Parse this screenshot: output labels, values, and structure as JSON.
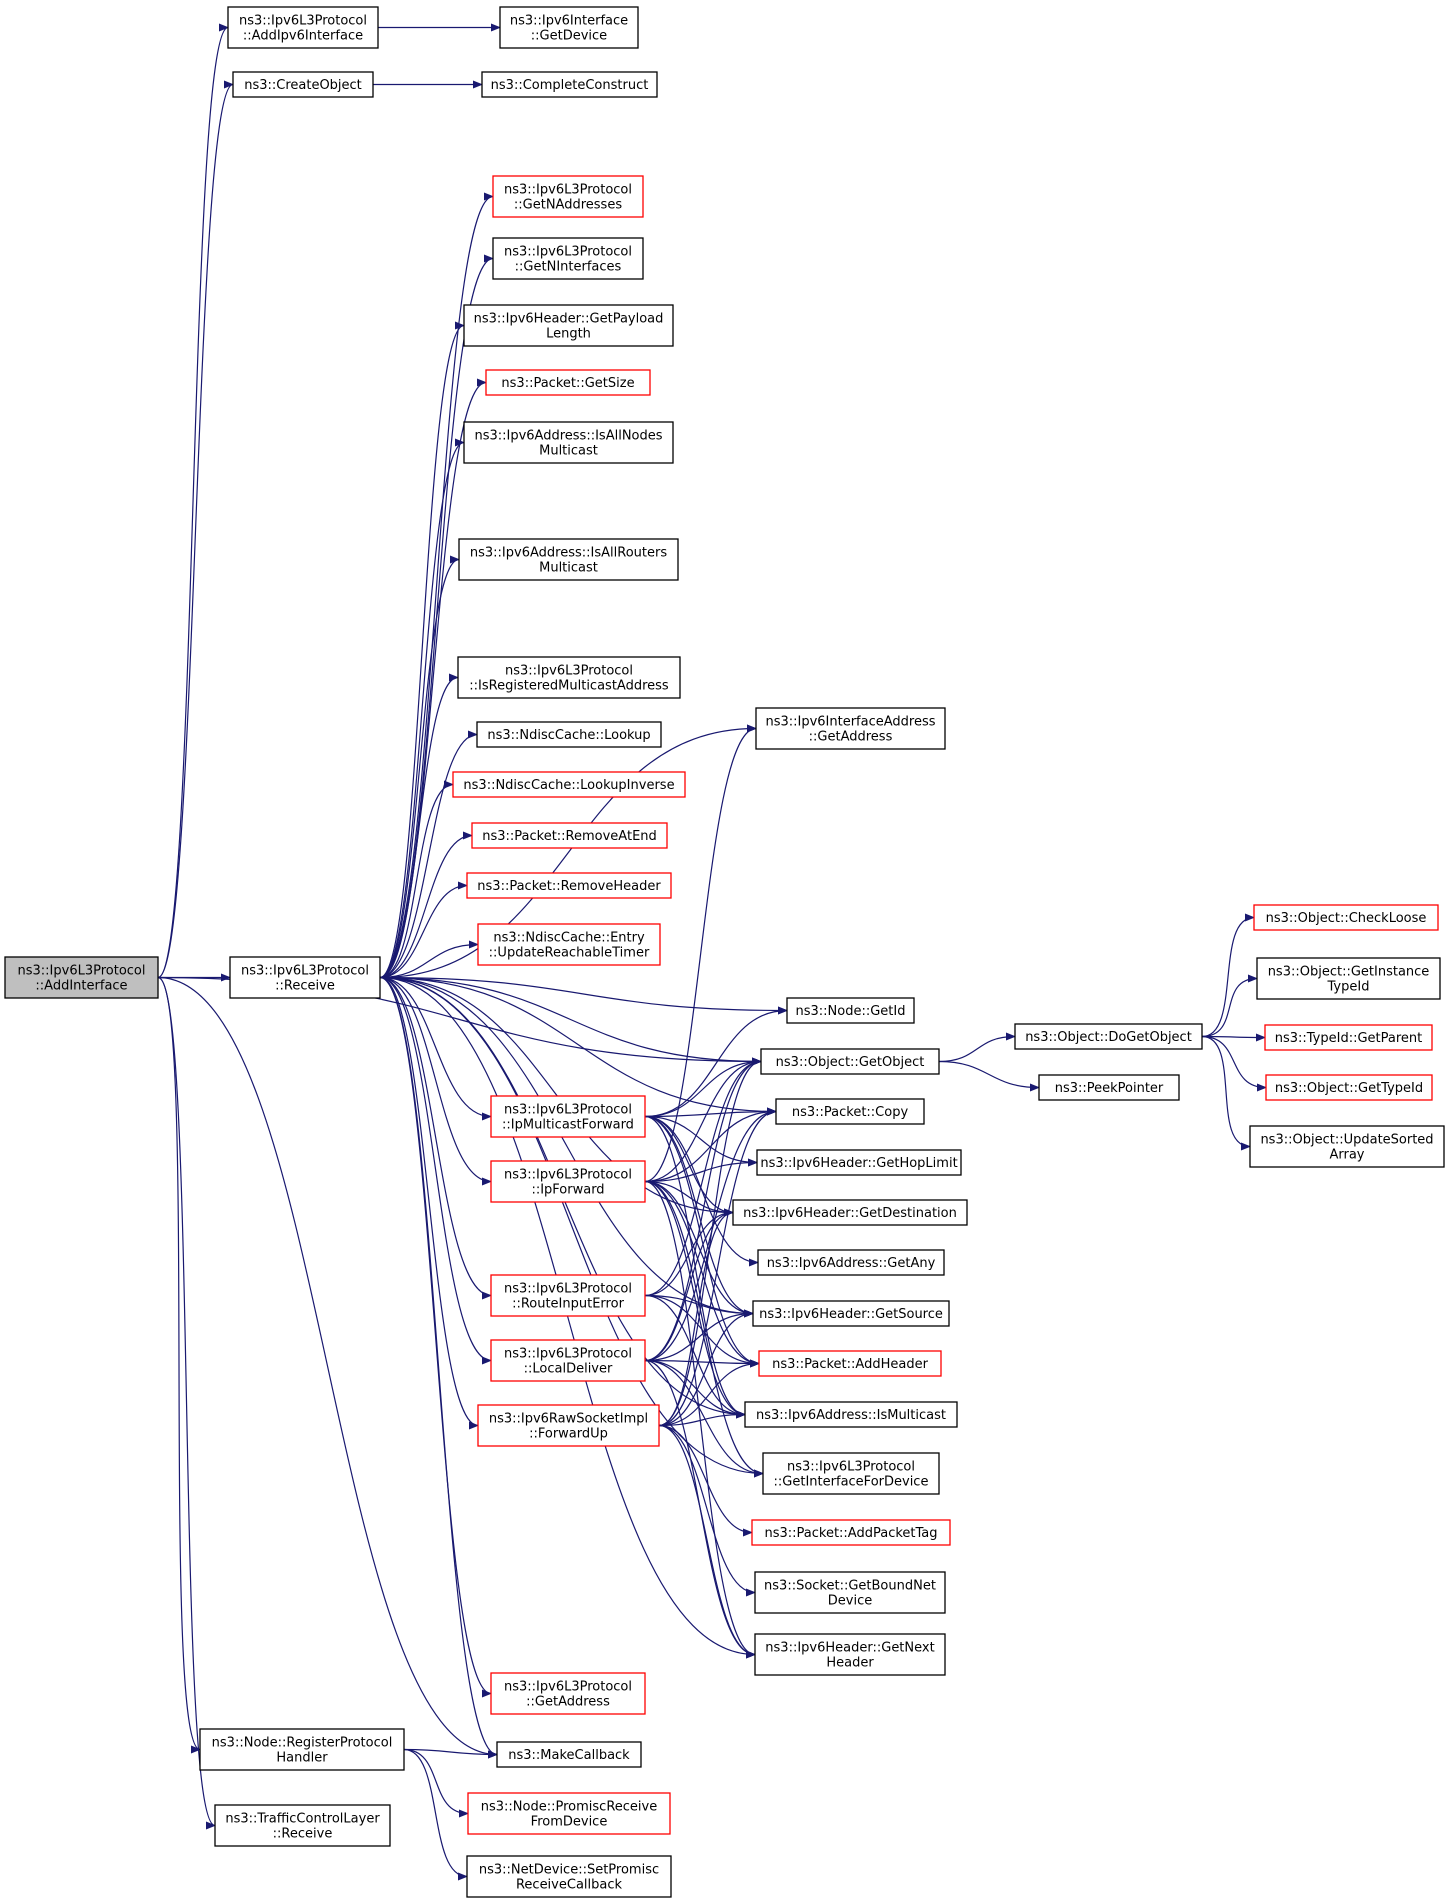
{
  "colors": {
    "edge": "#191970",
    "box_border": "#000000",
    "box_border_partial": "#ff0000",
    "root_fill": "#bfbfbf",
    "box_fill": "#ffffff"
  },
  "nodes": [
    {
      "id": "root",
      "lines": [
        "ns3::Ipv6L3Protocol",
        "::AddInterface"
      ],
      "style": "root"
    },
    {
      "id": "addIpv6Interface",
      "lines": [
        "ns3::Ipv6L3Protocol",
        "::AddIpv6Interface"
      ],
      "style": "normal"
    },
    {
      "id": "ipv6InterfaceGetDevice",
      "lines": [
        "ns3::Ipv6Interface",
        "::GetDevice"
      ],
      "style": "normal"
    },
    {
      "id": "createObject",
      "lines": [
        "ns3::CreateObject"
      ],
      "style": "normal"
    },
    {
      "id": "completeConstruct",
      "lines": [
        "ns3::CompleteConstruct"
      ],
      "style": "normal"
    },
    {
      "id": "getNAddresses",
      "lines": [
        "ns3::Ipv6L3Protocol",
        "::GetNAddresses"
      ],
      "style": "red"
    },
    {
      "id": "getNInterfaces",
      "lines": [
        "ns3::Ipv6L3Protocol",
        "::GetNInterfaces"
      ],
      "style": "normal"
    },
    {
      "id": "getPayloadLength",
      "lines": [
        "ns3::Ipv6Header::GetPayload",
        "Length"
      ],
      "style": "normal"
    },
    {
      "id": "packetGetSize",
      "lines": [
        "ns3::Packet::GetSize"
      ],
      "style": "red"
    },
    {
      "id": "isAllNodesMulticast",
      "lines": [
        "ns3::Ipv6Address::IsAllNodes",
        "Multicast"
      ],
      "style": "normal"
    },
    {
      "id": "isAllRoutersMulticast",
      "lines": [
        "ns3::Ipv6Address::IsAllRouters",
        "Multicast"
      ],
      "style": "normal"
    },
    {
      "id": "isRegisteredMulticast",
      "lines": [
        "ns3::Ipv6L3Protocol",
        "::IsRegisteredMulticastAddress"
      ],
      "style": "normal"
    },
    {
      "id": "ndiscLookup",
      "lines": [
        "ns3::NdiscCache::Lookup"
      ],
      "style": "normal"
    },
    {
      "id": "ndiscLookupInverse",
      "lines": [
        "ns3::NdiscCache::LookupInverse"
      ],
      "style": "red"
    },
    {
      "id": "removeAtEnd",
      "lines": [
        "ns3::Packet::RemoveAtEnd"
      ],
      "style": "red"
    },
    {
      "id": "removeHeader",
      "lines": [
        "ns3::Packet::RemoveHeader"
      ],
      "style": "red"
    },
    {
      "id": "updateReachableTimer",
      "lines": [
        "ns3::NdiscCache::Entry",
        "::UpdateReachableTimer"
      ],
      "style": "red"
    },
    {
      "id": "receive",
      "lines": [
        "ns3::Ipv6L3Protocol",
        "::Receive"
      ],
      "style": "normal"
    },
    {
      "id": "ifaceAddrGetAddress",
      "lines": [
        "ns3::Ipv6InterfaceAddress",
        "::GetAddress"
      ],
      "style": "normal"
    },
    {
      "id": "nodeGetId",
      "lines": [
        "ns3::Node::GetId"
      ],
      "style": "normal"
    },
    {
      "id": "objectGetObject",
      "lines": [
        "ns3::Object::GetObject"
      ],
      "style": "normal"
    },
    {
      "id": "packetCopy",
      "lines": [
        "ns3::Packet::Copy"
      ],
      "style": "normal"
    },
    {
      "id": "ipMulticastForward",
      "lines": [
        "ns3::Ipv6L3Protocol",
        "::IpMulticastForward"
      ],
      "style": "red"
    },
    {
      "id": "getHopLimit",
      "lines": [
        "ns3::Ipv6Header::GetHopLimit"
      ],
      "style": "normal"
    },
    {
      "id": "ipForward",
      "lines": [
        "ns3::Ipv6L3Protocol",
        "::IpForward"
      ],
      "style": "red"
    },
    {
      "id": "getDestination",
      "lines": [
        "ns3::Ipv6Header::GetDestination"
      ],
      "style": "normal"
    },
    {
      "id": "getAny",
      "lines": [
        "ns3::Ipv6Address::GetAny"
      ],
      "style": "normal"
    },
    {
      "id": "routeInputError",
      "lines": [
        "ns3::Ipv6L3Protocol",
        "::RouteInputError"
      ],
      "style": "red"
    },
    {
      "id": "getSource",
      "lines": [
        "ns3::Ipv6Header::GetSource"
      ],
      "style": "normal"
    },
    {
      "id": "localDeliver",
      "lines": [
        "ns3::Ipv6L3Protocol",
        "::LocalDeliver"
      ],
      "style": "red"
    },
    {
      "id": "addHeader",
      "lines": [
        "ns3::Packet::AddHeader"
      ],
      "style": "red"
    },
    {
      "id": "isMulticast",
      "lines": [
        "ns3::Ipv6Address::IsMulticast"
      ],
      "style": "normal"
    },
    {
      "id": "forwardUp",
      "lines": [
        "ns3::Ipv6RawSocketImpl",
        "::ForwardUp"
      ],
      "style": "red"
    },
    {
      "id": "getInterfaceForDevice",
      "lines": [
        "ns3::Ipv6L3Protocol",
        "::GetInterfaceForDevice"
      ],
      "style": "normal"
    },
    {
      "id": "addPacketTag",
      "lines": [
        "ns3::Packet::AddPacketTag"
      ],
      "style": "red"
    },
    {
      "id": "getBoundNetDevice",
      "lines": [
        "ns3::Socket::GetBoundNet",
        "Device"
      ],
      "style": "normal"
    },
    {
      "id": "getNextHeader",
      "lines": [
        "ns3::Ipv6Header::GetNext",
        "Header"
      ],
      "style": "normal"
    },
    {
      "id": "l3GetAddress",
      "lines": [
        "ns3::Ipv6L3Protocol",
        "::GetAddress"
      ],
      "style": "red"
    },
    {
      "id": "registerProtocolHandler",
      "lines": [
        "ns3::Node::RegisterProtocol",
        "Handler"
      ],
      "style": "normal"
    },
    {
      "id": "makeCallback",
      "lines": [
        "ns3::MakeCallback"
      ],
      "style": "normal"
    },
    {
      "id": "promiscReceiveFromDevice",
      "lines": [
        "ns3::Node::PromiscReceive",
        "FromDevice"
      ],
      "style": "red"
    },
    {
      "id": "tclReceive",
      "lines": [
        "ns3::TrafficControlLayer",
        "::Receive"
      ],
      "style": "normal"
    },
    {
      "id": "setPromiscReceiveCallback",
      "lines": [
        "ns3::NetDevice::SetPromisc",
        "ReceiveCallback"
      ],
      "style": "normal"
    },
    {
      "id": "doGetObject",
      "lines": [
        "ns3::Object::DoGetObject"
      ],
      "style": "normal"
    },
    {
      "id": "peekPointer",
      "lines": [
        "ns3::PeekPointer"
      ],
      "style": "normal"
    },
    {
      "id": "checkLoose",
      "lines": [
        "ns3::Object::CheckLoose"
      ],
      "style": "red"
    },
    {
      "id": "getInstanceTypeId",
      "lines": [
        "ns3::Object::GetInstance",
        "TypeId"
      ],
      "style": "normal"
    },
    {
      "id": "typeIdGetParent",
      "lines": [
        "ns3::TypeId::GetParent"
      ],
      "style": "red"
    },
    {
      "id": "objectGetTypeId",
      "lines": [
        "ns3::Object::GetTypeId"
      ],
      "style": "red"
    },
    {
      "id": "updateSortedArray",
      "lines": [
        "ns3::Object::UpdateSorted",
        "Array"
      ],
      "style": "normal"
    }
  ],
  "edges": [
    [
      "root",
      "addIpv6Interface"
    ],
    [
      "root",
      "createObject"
    ],
    [
      "root",
      "objectGetObject"
    ],
    [
      "root",
      "receive"
    ],
    [
      "root",
      "registerProtocolHandler"
    ],
    [
      "root",
      "makeCallback"
    ],
    [
      "root",
      "tclReceive"
    ],
    [
      "addIpv6Interface",
      "ipv6InterfaceGetDevice"
    ],
    [
      "createObject",
      "completeConstruct"
    ],
    [
      "receive",
      "getNAddresses"
    ],
    [
      "receive",
      "getNInterfaces"
    ],
    [
      "receive",
      "getPayloadLength"
    ],
    [
      "receive",
      "packetGetSize"
    ],
    [
      "receive",
      "isAllNodesMulticast"
    ],
    [
      "receive",
      "ifaceAddrGetAddress"
    ],
    [
      "receive",
      "isAllRoutersMulticast"
    ],
    [
      "receive",
      "nodeGetId"
    ],
    [
      "receive",
      "isRegisteredMulticast"
    ],
    [
      "receive",
      "ndiscLookup"
    ],
    [
      "receive",
      "ndiscLookupInverse"
    ],
    [
      "receive",
      "removeAtEnd"
    ],
    [
      "receive",
      "removeHeader"
    ],
    [
      "receive",
      "updateReachableTimer"
    ],
    [
      "receive",
      "objectGetObject"
    ],
    [
      "receive",
      "packetCopy"
    ],
    [
      "receive",
      "ipMulticastForward"
    ],
    [
      "receive",
      "ipForward"
    ],
    [
      "receive",
      "getDestination"
    ],
    [
      "receive",
      "routeInputError"
    ],
    [
      "receive",
      "localDeliver"
    ],
    [
      "receive",
      "forwardUp"
    ],
    [
      "receive",
      "getSource"
    ],
    [
      "receive",
      "isMulticast"
    ],
    [
      "receive",
      "getInterfaceForDevice"
    ],
    [
      "receive",
      "getNextHeader"
    ],
    [
      "receive",
      "l3GetAddress"
    ],
    [
      "receive",
      "makeCallback"
    ],
    [
      "ipMulticastForward",
      "nodeGetId"
    ],
    [
      "ipMulticastForward",
      "objectGetObject"
    ],
    [
      "ipMulticastForward",
      "packetCopy"
    ],
    [
      "ipMulticastForward",
      "getHopLimit"
    ],
    [
      "ipMulticastForward",
      "getDestination"
    ],
    [
      "ipMulticastForward",
      "getAny"
    ],
    [
      "ipMulticastForward",
      "getSource"
    ],
    [
      "ipMulticastForward",
      "addHeader"
    ],
    [
      "ipMulticastForward",
      "isMulticast"
    ],
    [
      "ipForward",
      "objectGetObject"
    ],
    [
      "ipForward",
      "packetCopy"
    ],
    [
      "ipForward",
      "getHopLimit"
    ],
    [
      "ipForward",
      "getDestination"
    ],
    [
      "ipForward",
      "getSource"
    ],
    [
      "ipForward",
      "addHeader"
    ],
    [
      "ipForward",
      "isMulticast"
    ],
    [
      "ipForward",
      "getInterfaceForDevice"
    ],
    [
      "ipForward",
      "getNextHeader"
    ],
    [
      "ipForward",
      "ifaceAddrGetAddress"
    ],
    [
      "routeInputError",
      "objectGetObject"
    ],
    [
      "routeInputError",
      "getDestination"
    ],
    [
      "routeInputError",
      "getSource"
    ],
    [
      "routeInputError",
      "addHeader"
    ],
    [
      "routeInputError",
      "isMulticast"
    ],
    [
      "localDeliver",
      "objectGetObject"
    ],
    [
      "localDeliver",
      "packetCopy"
    ],
    [
      "localDeliver",
      "getDestination"
    ],
    [
      "localDeliver",
      "getSource"
    ],
    [
      "localDeliver",
      "addHeader"
    ],
    [
      "localDeliver",
      "isMulticast"
    ],
    [
      "localDeliver",
      "getInterfaceForDevice"
    ],
    [
      "localDeliver",
      "getNextHeader"
    ],
    [
      "forwardUp",
      "objectGetObject"
    ],
    [
      "forwardUp",
      "packetCopy"
    ],
    [
      "forwardUp",
      "getDestination"
    ],
    [
      "forwardUp",
      "getSource"
    ],
    [
      "forwardUp",
      "addHeader"
    ],
    [
      "forwardUp",
      "isMulticast"
    ],
    [
      "forwardUp",
      "addPacketTag"
    ],
    [
      "forwardUp",
      "getBoundNetDevice"
    ],
    [
      "forwardUp",
      "getNextHeader"
    ],
    [
      "registerProtocolHandler",
      "makeCallback"
    ],
    [
      "registerProtocolHandler",
      "promiscReceiveFromDevice"
    ],
    [
      "registerProtocolHandler",
      "setPromiscReceiveCallback"
    ],
    [
      "objectGetObject",
      "doGetObject"
    ],
    [
      "objectGetObject",
      "peekPointer"
    ],
    [
      "doGetObject",
      "checkLoose"
    ],
    [
      "doGetObject",
      "getInstanceTypeId"
    ],
    [
      "doGetObject",
      "typeIdGetParent"
    ],
    [
      "doGetObject",
      "objectGetTypeId"
    ],
    [
      "doGetObject",
      "updateSortedArray"
    ]
  ]
}
